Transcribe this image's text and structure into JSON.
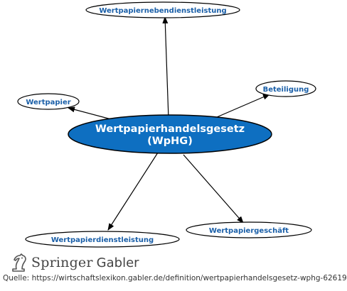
{
  "center": {
    "line1": "Wertpapierhandelsgesetz",
    "line2": "(WpHG)"
  },
  "nodes": {
    "top": "Wertpapiernebendienstleistung",
    "left": "Wertpapier",
    "right": "Beteiligung",
    "bottom_left": "Wertpapierdienstleistung",
    "bottom_right": "Wertpapiergeschäft"
  },
  "brand": {
    "springer": "Springer",
    "gabler": "Gabler"
  },
  "source": {
    "label": "Quelle:",
    "url": "https://wirtschaftslexikon.gabler.de/definition/wertpapierhandelsgesetz-wphg-62619"
  },
  "colors": {
    "center_fill": "#0e6fc1",
    "node_text": "#1a5fa8",
    "edge": "#000000"
  }
}
